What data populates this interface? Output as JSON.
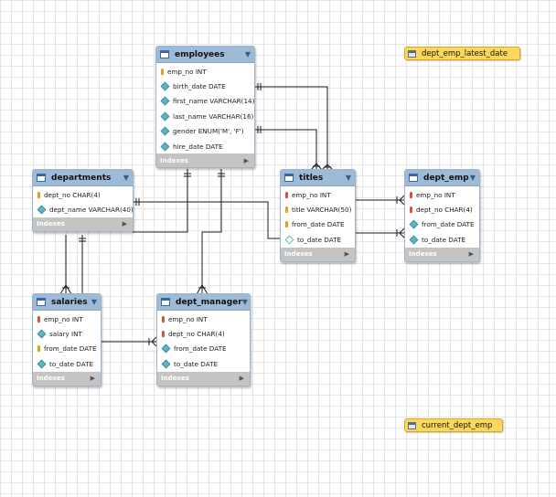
{
  "tables": {
    "employees": {
      "name": "employees",
      "columns": [
        {
          "text": "emp_no INT",
          "kind": "pk"
        },
        {
          "text": "birth_date DATE",
          "kind": "nn"
        },
        {
          "text": "first_name VARCHAR(14)",
          "kind": "nn"
        },
        {
          "text": "last_name VARCHAR(16)",
          "kind": "nn"
        },
        {
          "text": "gender ENUM('M', 'F')",
          "kind": "nn"
        },
        {
          "text": "hire_date DATE",
          "kind": "nn"
        }
      ],
      "indexes_label": "Indexes"
    },
    "departments": {
      "name": "departments",
      "columns": [
        {
          "text": "dept_no CHAR(4)",
          "kind": "pk"
        },
        {
          "text": "dept_name VARCHAR(40)",
          "kind": "nn"
        }
      ],
      "indexes_label": "Indexes"
    },
    "titles": {
      "name": "titles",
      "columns": [
        {
          "text": "emp_no INT",
          "kind": "fk"
        },
        {
          "text": "title VARCHAR(50)",
          "kind": "pk"
        },
        {
          "text": "from_date DATE",
          "kind": "pk"
        },
        {
          "text": "to_date DATE",
          "kind": "nl"
        }
      ],
      "indexes_label": "Indexes"
    },
    "dept_emp": {
      "name": "dept_emp",
      "columns": [
        {
          "text": "emp_no INT",
          "kind": "fk"
        },
        {
          "text": "dept_no CHAR(4)",
          "kind": "fk"
        },
        {
          "text": "from_date DATE",
          "kind": "nn"
        },
        {
          "text": "to_date DATE",
          "kind": "nn"
        }
      ],
      "indexes_label": "Indexes"
    },
    "salaries": {
      "name": "salaries",
      "columns": [
        {
          "text": "emp_no INT",
          "kind": "fk"
        },
        {
          "text": "salary INT",
          "kind": "nn"
        },
        {
          "text": "from_date DATE",
          "kind": "pk"
        },
        {
          "text": "to_date DATE",
          "kind": "nn"
        }
      ],
      "indexes_label": "Indexes"
    },
    "dept_manager": {
      "name": "dept_manager",
      "columns": [
        {
          "text": "emp_no INT",
          "kind": "fk"
        },
        {
          "text": "dept_no CHAR(4)",
          "kind": "fk"
        },
        {
          "text": "from_date DATE",
          "kind": "nn"
        },
        {
          "text": "to_date DATE",
          "kind": "nn"
        }
      ],
      "indexes_label": "Indexes"
    }
  },
  "views": {
    "dept_emp_latest_date": "dept_emp_latest_date",
    "current_dept_emp": "current_dept_emp"
  },
  "colors": {
    "table_header": "#9dbad6",
    "indexes_bar": "#c4c4c4",
    "view_fill": "#fbd75b",
    "connector": "#1a1a1a"
  }
}
